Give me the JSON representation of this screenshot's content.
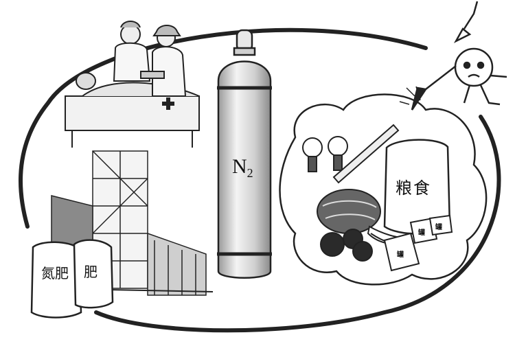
{
  "cylinder": {
    "formula": "N",
    "subscript": "2"
  },
  "grain_bag": {
    "label": "粮食"
  },
  "fertilizer_bags": {
    "label_left": "氮",
    "label_left_2": "肥",
    "label_right": "肥"
  },
  "food_packages": [
    "罐",
    "罐",
    "罐"
  ]
}
